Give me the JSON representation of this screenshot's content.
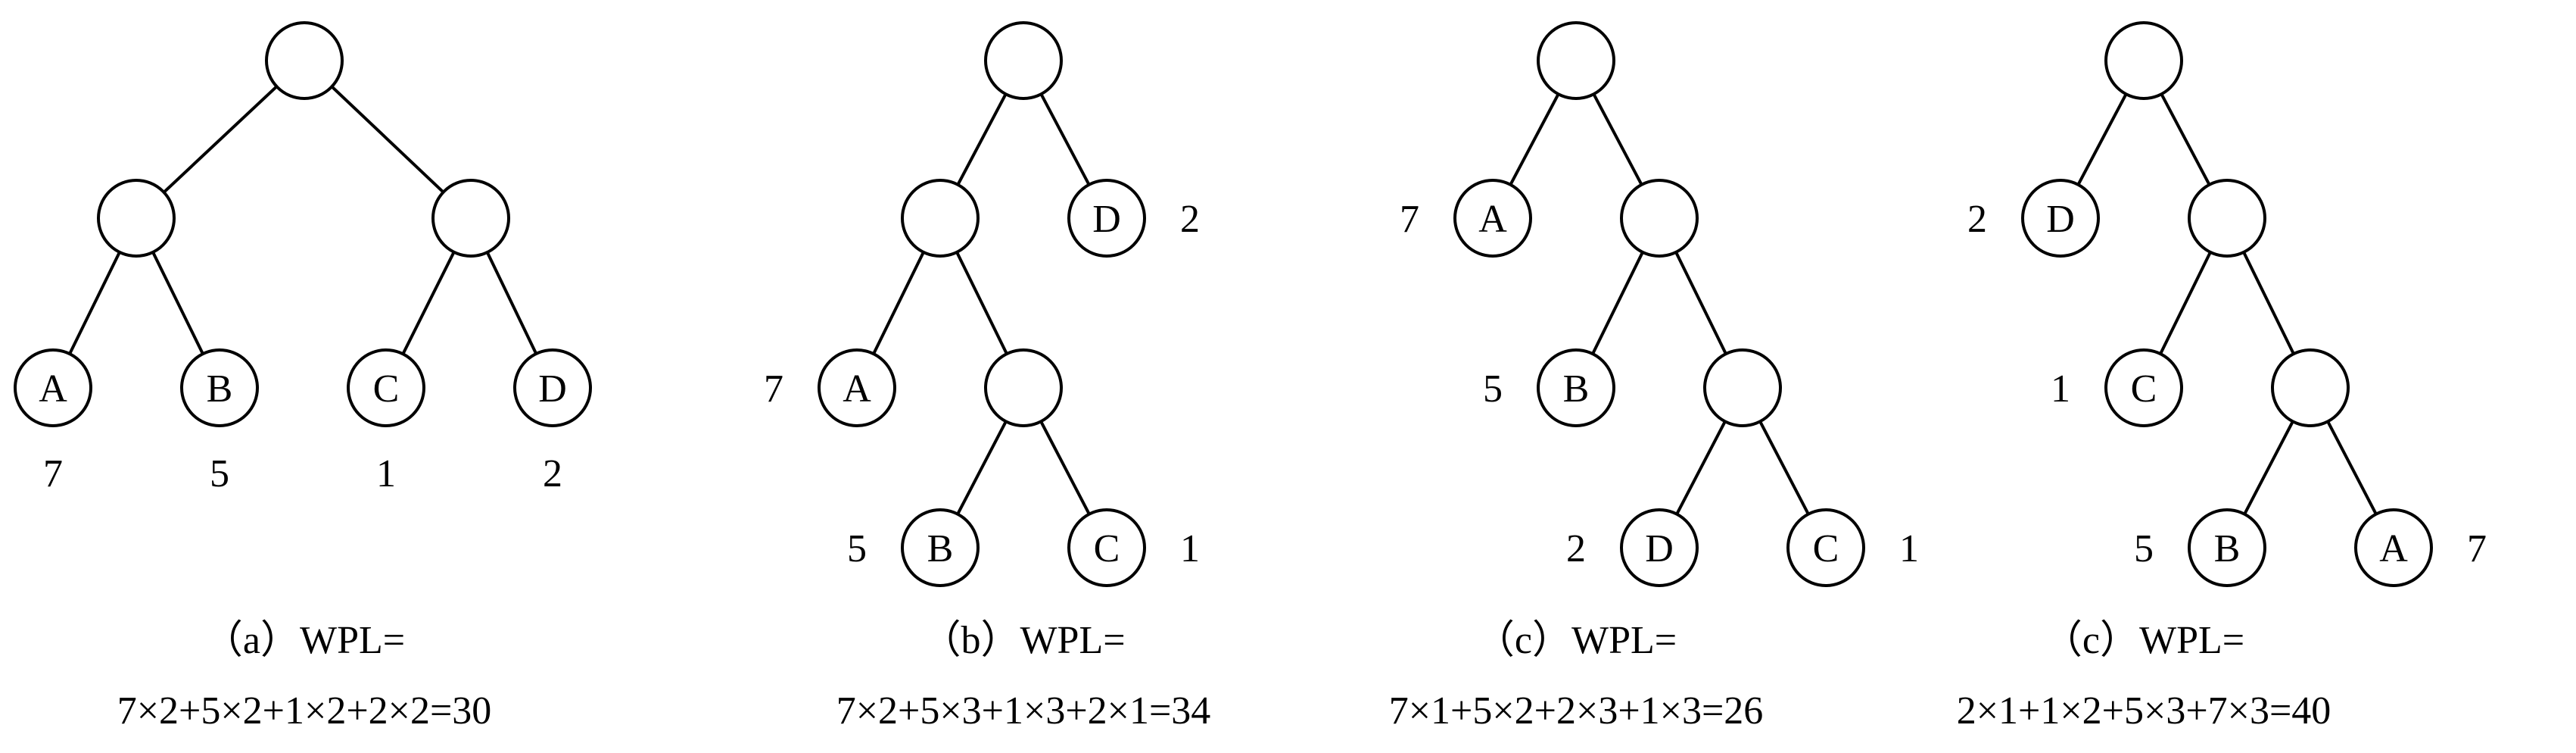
{
  "colors": {
    "stroke": "#000000",
    "background": "#ffffff"
  },
  "trees": [
    {
      "caption_line1": "（a）WPL=",
      "caption_line2": "7×2+5×2+1×2+2×2=30",
      "nodes": [
        {
          "id": "r",
          "label": "",
          "weight": ""
        },
        {
          "id": "n1",
          "label": "",
          "weight": ""
        },
        {
          "id": "n2",
          "label": "",
          "weight": ""
        },
        {
          "id": "A",
          "label": "A",
          "weight": "7"
        },
        {
          "id": "B",
          "label": "B",
          "weight": "5"
        },
        {
          "id": "C",
          "label": "C",
          "weight": "1"
        },
        {
          "id": "D",
          "label": "D",
          "weight": "2"
        }
      ],
      "edges": [
        [
          "r",
          "n1"
        ],
        [
          "r",
          "n2"
        ],
        [
          "n1",
          "A"
        ],
        [
          "n1",
          "B"
        ],
        [
          "n2",
          "C"
        ],
        [
          "n2",
          "D"
        ]
      ]
    },
    {
      "caption_line1": "（b）WPL=",
      "caption_line2": "7×2+5×3+1×3+2×1=34",
      "nodes": [
        {
          "id": "r",
          "label": "",
          "weight": ""
        },
        {
          "id": "n1",
          "label": "",
          "weight": ""
        },
        {
          "id": "D",
          "label": "D",
          "weight": "2"
        },
        {
          "id": "A",
          "label": "A",
          "weight": "7"
        },
        {
          "id": "n2",
          "label": "",
          "weight": ""
        },
        {
          "id": "B",
          "label": "B",
          "weight": "5"
        },
        {
          "id": "C",
          "label": "C",
          "weight": "1"
        }
      ],
      "edges": [
        [
          "r",
          "n1"
        ],
        [
          "r",
          "D"
        ],
        [
          "n1",
          "A"
        ],
        [
          "n1",
          "n2"
        ],
        [
          "n2",
          "B"
        ],
        [
          "n2",
          "C"
        ]
      ]
    },
    {
      "caption_line1": "（c）WPL=",
      "caption_line2": "7×1+5×2+2×3+1×3=26",
      "nodes": [
        {
          "id": "r",
          "label": "",
          "weight": ""
        },
        {
          "id": "A",
          "label": "A",
          "weight": "7"
        },
        {
          "id": "n1",
          "label": "",
          "weight": ""
        },
        {
          "id": "B",
          "label": "B",
          "weight": "5"
        },
        {
          "id": "n2",
          "label": "",
          "weight": ""
        },
        {
          "id": "D",
          "label": "D",
          "weight": "2"
        },
        {
          "id": "C",
          "label": "C",
          "weight": "1"
        }
      ],
      "edges": [
        [
          "r",
          "A"
        ],
        [
          "r",
          "n1"
        ],
        [
          "n1",
          "B"
        ],
        [
          "n1",
          "n2"
        ],
        [
          "n2",
          "D"
        ],
        [
          "n2",
          "C"
        ]
      ]
    },
    {
      "caption_line1": "（c）WPL=",
      "caption_line2": "2×1+1×2+5×3+7×3=40",
      "nodes": [
        {
          "id": "r",
          "label": "",
          "weight": ""
        },
        {
          "id": "D",
          "label": "D",
          "weight": "2"
        },
        {
          "id": "n1",
          "label": "",
          "weight": ""
        },
        {
          "id": "C",
          "label": "C",
          "weight": "1"
        },
        {
          "id": "n2",
          "label": "",
          "weight": ""
        },
        {
          "id": "B",
          "label": "B",
          "weight": "5"
        },
        {
          "id": "A",
          "label": "A",
          "weight": "7"
        }
      ],
      "edges": [
        [
          "r",
          "D"
        ],
        [
          "r",
          "n1"
        ],
        [
          "n1",
          "C"
        ],
        [
          "n1",
          "n2"
        ],
        [
          "n2",
          "B"
        ],
        [
          "n2",
          "A"
        ]
      ]
    }
  ]
}
